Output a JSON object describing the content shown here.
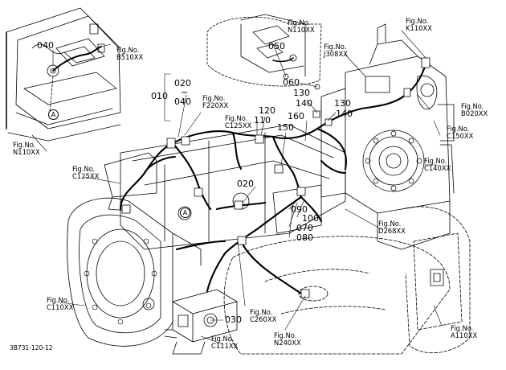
{
  "figure_code": "3B731-120-12",
  "marker_letter": "A",
  "fig_refs": [
    {
      "id": "b510",
      "prefix": "Fig.No.",
      "code": "B510XX"
    },
    {
      "id": "n110-left",
      "prefix": "Fig.No.",
      "code": "N110XX"
    },
    {
      "id": "n110-top",
      "prefix": "Fig.No.",
      "code": "N110XX"
    },
    {
      "id": "j308",
      "prefix": "Fig.No.",
      "code": "J308XX"
    },
    {
      "id": "k110",
      "prefix": "Fig.No.",
      "code": "K110XX"
    },
    {
      "id": "b020",
      "prefix": "Fig.No.",
      "code": "B020XX"
    },
    {
      "id": "c150",
      "prefix": "Fig.No.",
      "code": "C150XX"
    },
    {
      "id": "c140",
      "prefix": "Fig.No.",
      "code": "C140XX"
    },
    {
      "id": "f220",
      "prefix": "Fig.No.",
      "code": "F220XX"
    },
    {
      "id": "c125-a",
      "prefix": "Fig.No.",
      "code": "C125XX"
    },
    {
      "id": "c125-b",
      "prefix": "Fig.No.",
      "code": "C125XX"
    },
    {
      "id": "d268",
      "prefix": "Fig.No.",
      "code": "D268XX"
    },
    {
      "id": "c110",
      "prefix": "Fig.No.",
      "code": "C110XX"
    },
    {
      "id": "c260",
      "prefix": "Fig.No.",
      "code": "C260XX"
    },
    {
      "id": "c111",
      "prefix": "Fig.No.",
      "code": "C111XX"
    },
    {
      "id": "n240",
      "prefix": "Fig.No.",
      "code": "N240XX"
    },
    {
      "id": "a110",
      "prefix": "Fig.No.",
      "code": "A110XX"
    }
  ],
  "part_numbers": {
    "p040a": "040",
    "p050": "050",
    "p060": "060",
    "p130a": "130",
    "p140a": "140",
    "p130b": "130",
    "p140b": "140",
    "p020a": "020",
    "tilde": "~",
    "p040b": "040",
    "p010": "010",
    "p110": "110",
    "p120": "120",
    "p150": "150",
    "p160": "160",
    "p020b": "020",
    "p090": "090",
    "p100": "100",
    "p070": "070",
    "p080": "080",
    "p030": "030"
  }
}
